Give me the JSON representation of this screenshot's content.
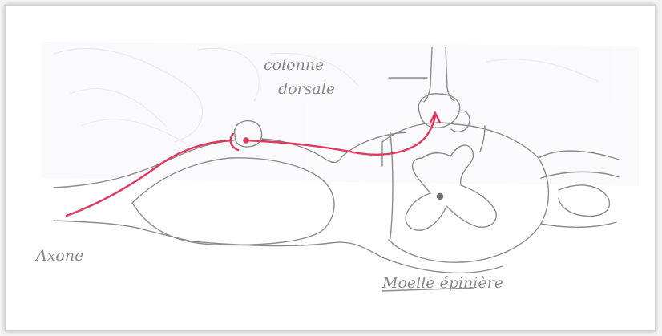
{
  "labels": {
    "dorsal_column": [
      "colonne",
      "dorsale"
    ],
    "axon": "Axone",
    "spinal_cord": "Moelle épinière"
  },
  "colors": {
    "pencil": "#8c8c8c",
    "pathway": "#e0395c",
    "background_sketch": "#d9d4e8"
  }
}
